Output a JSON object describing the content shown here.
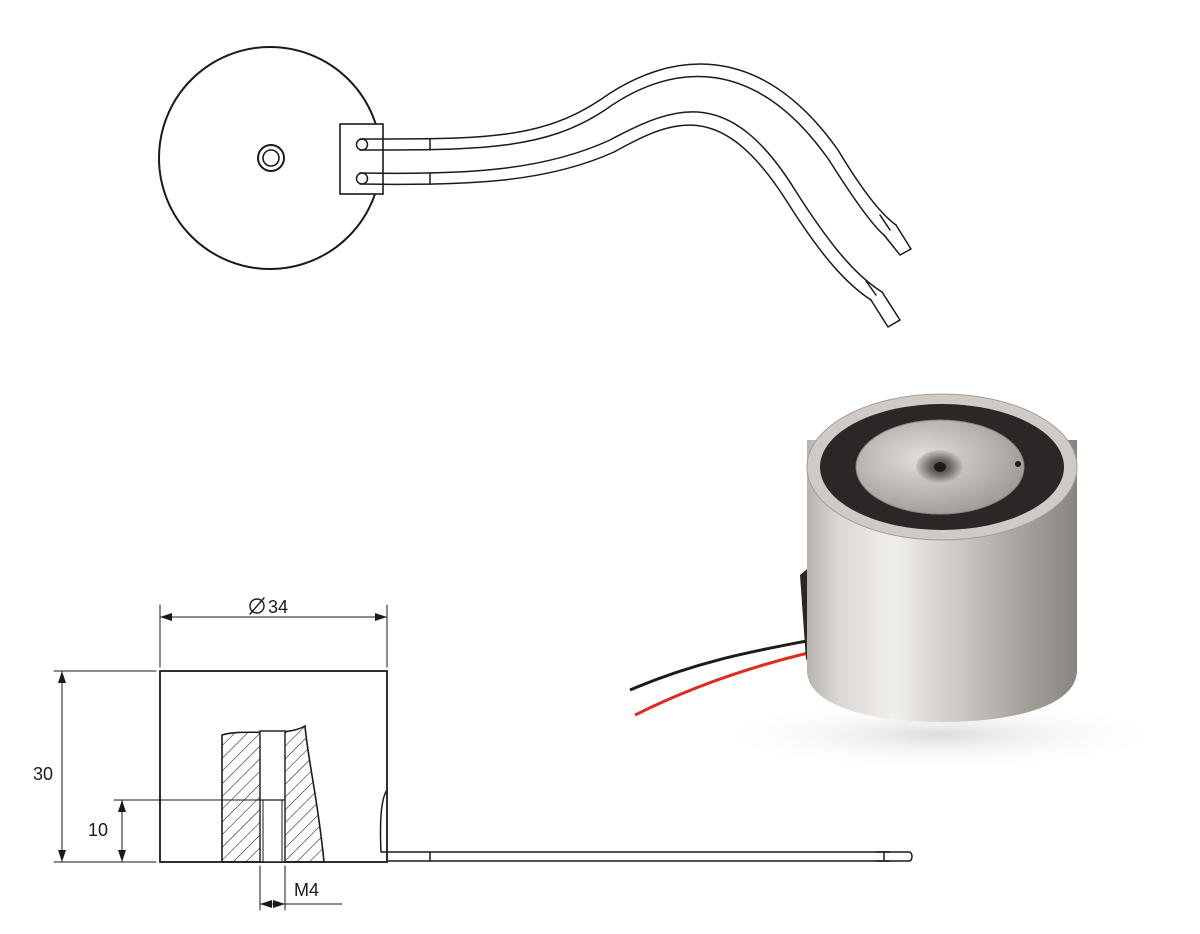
{
  "dimensions": {
    "diameter": "34",
    "height": "30",
    "thread_depth": "10",
    "thread": "M4"
  },
  "colors": {
    "line": "#1a1a1a",
    "steel_light": "#e9e6e2",
    "steel_dark": "#8f8a86",
    "potting": "#2a2726",
    "wire_red": "#e02a20",
    "wire_black": "#1e1c1b"
  }
}
